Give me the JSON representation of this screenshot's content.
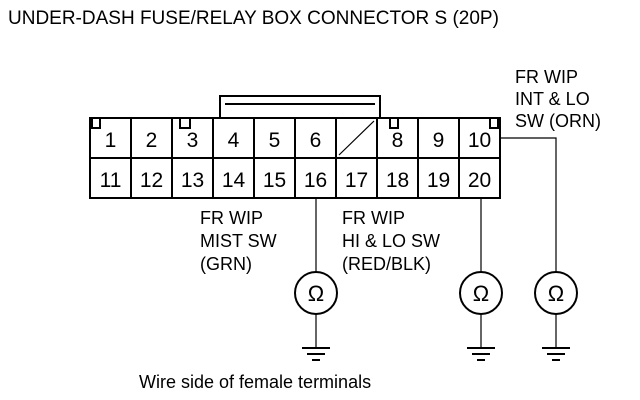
{
  "title": "UNDER-DASH FUSE/RELAY BOX CONNECTOR S (20P)",
  "top_row_pins": [
    "1",
    "2",
    "3",
    "4",
    "5",
    "6",
    "",
    "8",
    "9",
    "10"
  ],
  "bottom_row_pins": [
    "11",
    "12",
    "13",
    "14",
    "15",
    "16",
    "17",
    "18",
    "19",
    "20"
  ],
  "wires": [
    {
      "lines": [
        "FR WIP",
        "INT & LO",
        "SW (ORN)"
      ],
      "pin": "10"
    },
    {
      "lines": [
        "FR WIP",
        "MIST SW",
        "(GRN)"
      ],
      "pin": "16"
    },
    {
      "lines": [
        "FR WIP",
        "HI & LO SW",
        "(RED/BLK)"
      ],
      "pin": "20"
    }
  ],
  "meter_symbol": "Ω",
  "footer": "Wire side of female terminals"
}
